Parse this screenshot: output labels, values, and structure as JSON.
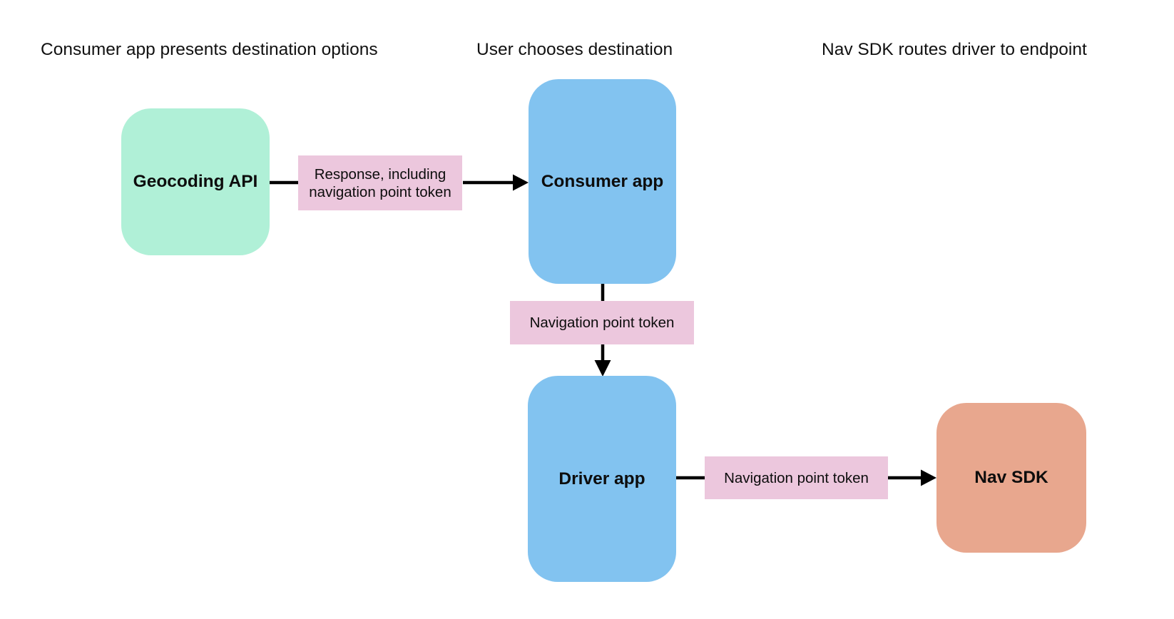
{
  "diagram": {
    "phase_labels": [
      "Consumer app presents destination options",
      "User chooses destination",
      "Nav SDK routes driver to endpoint"
    ],
    "nodes": [
      {
        "id": "geocoding-api",
        "label": "Geocoding API",
        "fill": "#b0f0d7"
      },
      {
        "id": "consumer-app",
        "label": "Consumer app",
        "fill": "#82c3f0"
      },
      {
        "id": "driver-app",
        "label": "Driver app",
        "fill": "#82c3f0"
      },
      {
        "id": "nav-sdk",
        "label": "Nav SDK",
        "fill": "#e8a78e"
      }
    ],
    "edges": [
      {
        "from": "geocoding-api",
        "to": "consumer-app",
        "label": "Response, including navigation point token",
        "fill": "#ecc7dd"
      },
      {
        "from": "consumer-app",
        "to": "driver-app",
        "label": "Navigation point token",
        "fill": "#ecc7dd"
      },
      {
        "from": "driver-app",
        "to": "nav-sdk",
        "label": "Navigation point token",
        "fill": "#ecc7dd"
      }
    ],
    "colors": {
      "background": "#ffffff",
      "arrow": "#000000",
      "text": "#111111"
    }
  }
}
